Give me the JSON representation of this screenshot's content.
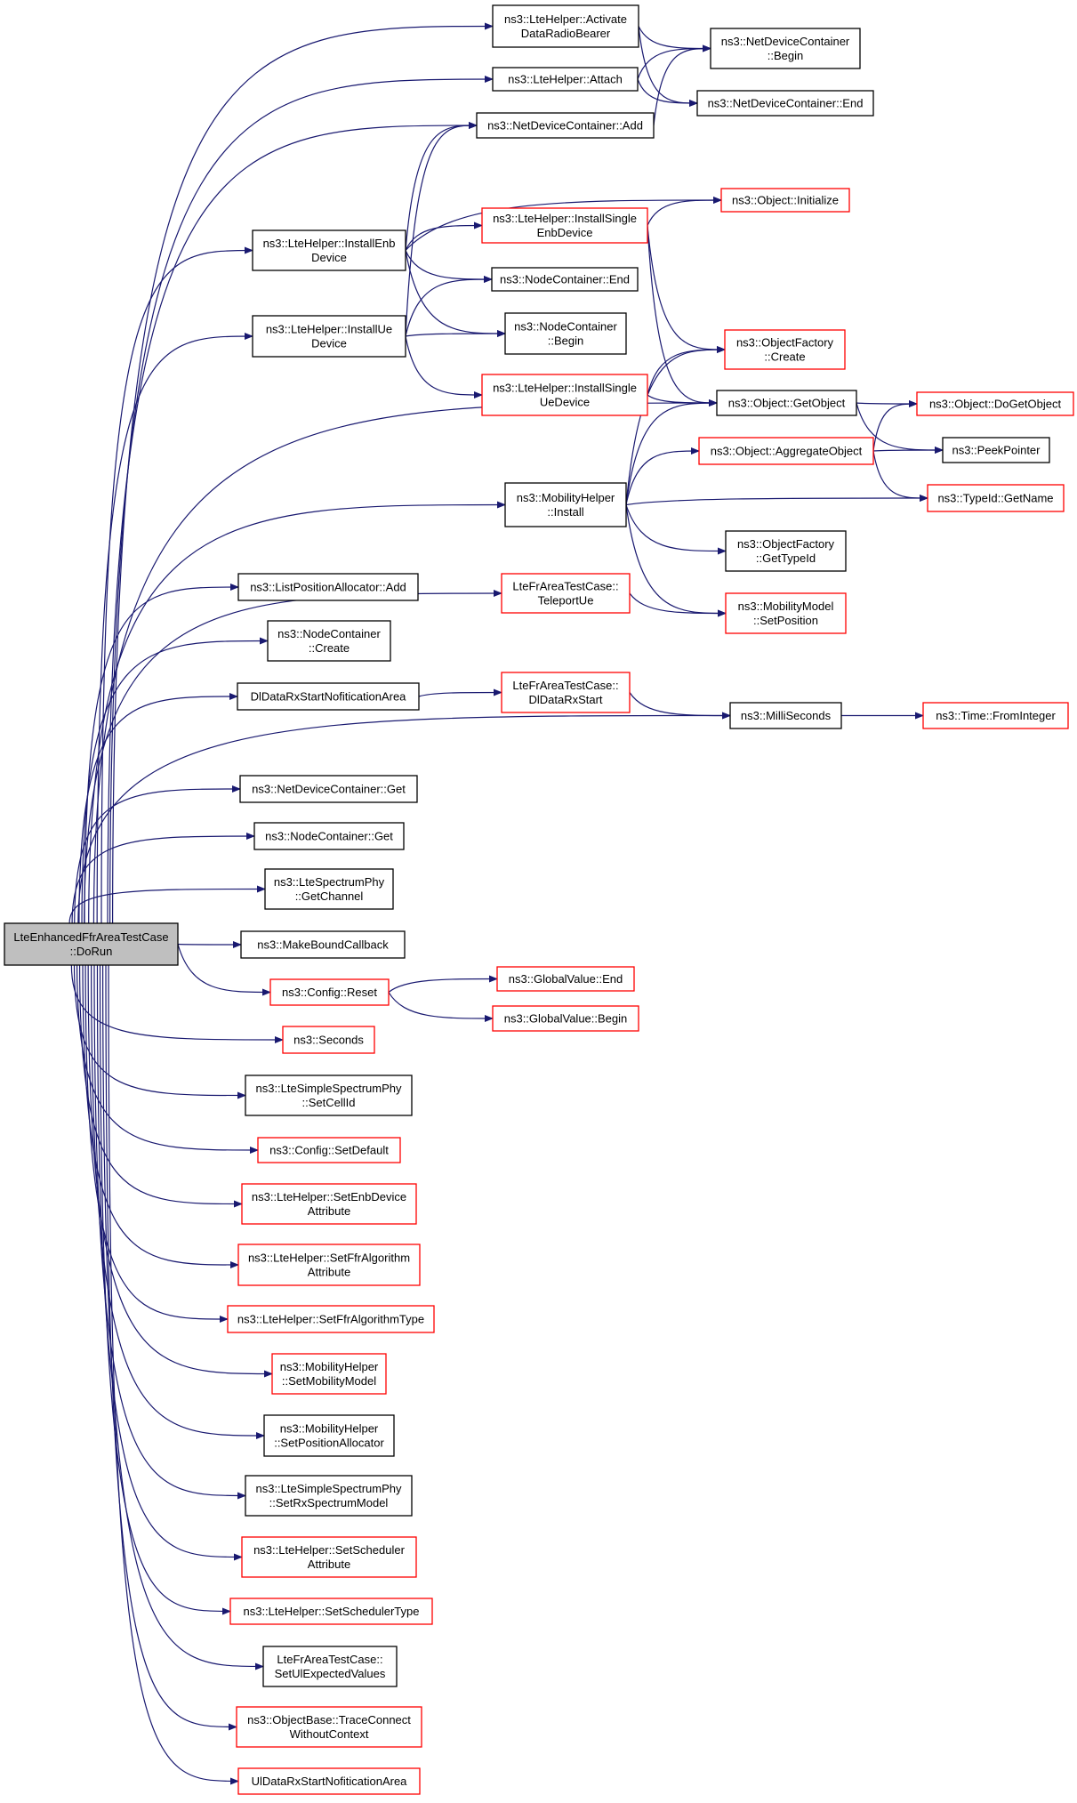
{
  "colors": {
    "edge": "#191970",
    "border_black": "#000000",
    "border_red": "#ff0000",
    "root_fill": "#bfbfbf",
    "background": "#ffffff"
  },
  "nodes": [
    {
      "id": "root",
      "lines": [
        "LteEnhancedFfrAreaTestCase",
        "::DoRun"
      ],
      "border": "black",
      "root": true
    },
    {
      "id": "activate",
      "lines": [
        "ns3::LteHelper::Activate",
        "DataRadioBearer"
      ],
      "border": "black"
    },
    {
      "id": "attach",
      "lines": [
        "ns3::LteHelper::Attach"
      ],
      "border": "black"
    },
    {
      "id": "ndc_add",
      "lines": [
        "ns3::NetDeviceContainer::Add"
      ],
      "border": "black"
    },
    {
      "id": "ndc_begin",
      "lines": [
        "ns3::NetDeviceContainer",
        "::Begin"
      ],
      "border": "black"
    },
    {
      "id": "ndc_end",
      "lines": [
        "ns3::NetDeviceContainer::End"
      ],
      "border": "black"
    },
    {
      "id": "install_enb",
      "lines": [
        "ns3::LteHelper::InstallEnb",
        "Device"
      ],
      "border": "black"
    },
    {
      "id": "install_ue",
      "lines": [
        "ns3::LteHelper::InstallUe",
        "Device"
      ],
      "border": "black"
    },
    {
      "id": "obj_init",
      "lines": [
        "ns3::Object::Initialize"
      ],
      "border": "red"
    },
    {
      "id": "install_single_enb",
      "lines": [
        "ns3::LteHelper::InstallSingle",
        "EnbDevice"
      ],
      "border": "red"
    },
    {
      "id": "nc_end",
      "lines": [
        "ns3::NodeContainer::End"
      ],
      "border": "black"
    },
    {
      "id": "nc_begin",
      "lines": [
        "ns3::NodeContainer",
        "::Begin"
      ],
      "border": "black"
    },
    {
      "id": "of_create",
      "lines": [
        "ns3::ObjectFactory",
        "::Create"
      ],
      "border": "red"
    },
    {
      "id": "install_single_ue",
      "lines": [
        "ns3::LteHelper::InstallSingle",
        "UeDevice"
      ],
      "border": "red"
    },
    {
      "id": "obj_getobject",
      "lines": [
        "ns3::Object::GetObject"
      ],
      "border": "black"
    },
    {
      "id": "obj_dogetobject",
      "lines": [
        "ns3::Object::DoGetObject"
      ],
      "border": "red"
    },
    {
      "id": "obj_aggregate",
      "lines": [
        "ns3::Object::AggregateObject"
      ],
      "border": "red"
    },
    {
      "id": "peekpointer",
      "lines": [
        "ns3::PeekPointer"
      ],
      "border": "black"
    },
    {
      "id": "mob_install",
      "lines": [
        "ns3::MobilityHelper",
        "::Install"
      ],
      "border": "black"
    },
    {
      "id": "typeid_getname",
      "lines": [
        "ns3::TypeId::GetName"
      ],
      "border": "red"
    },
    {
      "id": "of_gettypeid",
      "lines": [
        "ns3::ObjectFactory",
        "::GetTypeId"
      ],
      "border": "black"
    },
    {
      "id": "teleport",
      "lines": [
        "LteFrAreaTestCase::",
        "TeleportUe"
      ],
      "border": "red"
    },
    {
      "id": "mm_setpos",
      "lines": [
        "ns3::MobilityModel",
        "::SetPosition"
      ],
      "border": "red"
    },
    {
      "id": "lpa_add",
      "lines": [
        "ns3::ListPositionAllocator::Add"
      ],
      "border": "black"
    },
    {
      "id": "nc_create",
      "lines": [
        "ns3::NodeContainer",
        "::Create"
      ],
      "border": "black"
    },
    {
      "id": "dl_notif",
      "lines": [
        "DlDataRxStartNofiticationArea"
      ],
      "border": "black"
    },
    {
      "id": "dl_rxstart",
      "lines": [
        "LteFrAreaTestCase::",
        "DlDataRxStart"
      ],
      "border": "red"
    },
    {
      "id": "milliseconds",
      "lines": [
        "ns3::MilliSeconds"
      ],
      "border": "black"
    },
    {
      "id": "time_fromint",
      "lines": [
        "ns3::Time::FromInteger"
      ],
      "border": "red"
    },
    {
      "id": "ndc_get",
      "lines": [
        "ns3::NetDeviceContainer::Get"
      ],
      "border": "black"
    },
    {
      "id": "nc_get",
      "lines": [
        "ns3::NodeContainer::Get"
      ],
      "border": "black"
    },
    {
      "id": "lsp_getchannel",
      "lines": [
        "ns3::LteSpectrumPhy",
        "::GetChannel"
      ],
      "border": "black"
    },
    {
      "id": "makebound",
      "lines": [
        "ns3::MakeBoundCallback"
      ],
      "border": "black"
    },
    {
      "id": "config_reset",
      "lines": [
        "ns3::Config::Reset"
      ],
      "border": "red"
    },
    {
      "id": "gv_end",
      "lines": [
        "ns3::GlobalValue::End"
      ],
      "border": "red"
    },
    {
      "id": "gv_begin",
      "lines": [
        "ns3::GlobalValue::Begin"
      ],
      "border": "red"
    },
    {
      "id": "seconds",
      "lines": [
        "ns3::Seconds"
      ],
      "border": "red"
    },
    {
      "id": "lssp_setcellid",
      "lines": [
        "ns3::LteSimpleSpectrumPhy",
        "::SetCellId"
      ],
      "border": "black"
    },
    {
      "id": "config_setdefault",
      "lines": [
        "ns3::Config::SetDefault"
      ],
      "border": "red"
    },
    {
      "id": "set_enb_attr",
      "lines": [
        "ns3::LteHelper::SetEnbDevice",
        "Attribute"
      ],
      "border": "red"
    },
    {
      "id": "set_ffr_attr",
      "lines": [
        "ns3::LteHelper::SetFfrAlgorithm",
        "Attribute"
      ],
      "border": "red"
    },
    {
      "id": "set_ffr_type",
      "lines": [
        "ns3::LteHelper::SetFfrAlgorithmType"
      ],
      "border": "red"
    },
    {
      "id": "set_mob_model",
      "lines": [
        "ns3::MobilityHelper",
        "::SetMobilityModel"
      ],
      "border": "red"
    },
    {
      "id": "set_pos_alloc",
      "lines": [
        "ns3::MobilityHelper",
        "::SetPositionAllocator"
      ],
      "border": "black"
    },
    {
      "id": "lssp_setrx",
      "lines": [
        "ns3::LteSimpleSpectrumPhy",
        "::SetRxSpectrumModel"
      ],
      "border": "black"
    },
    {
      "id": "set_sched_attr",
      "lines": [
        "ns3::LteHelper::SetScheduler",
        "Attribute"
      ],
      "border": "red"
    },
    {
      "id": "set_sched_type",
      "lines": [
        "ns3::LteHelper::SetSchedulerType"
      ],
      "border": "red"
    },
    {
      "id": "set_ul_expected",
      "lines": [
        "LteFrAreaTestCase::",
        "SetUlExpectedValues"
      ],
      "border": "black"
    },
    {
      "id": "trace_connect",
      "lines": [
        "ns3::ObjectBase::TraceConnect",
        "WithoutContext"
      ],
      "border": "red"
    },
    {
      "id": "ul_notif",
      "lines": [
        "UlDataRxStartNofiticationArea"
      ],
      "border": "red"
    }
  ],
  "edges": [
    [
      "root",
      "activate"
    ],
    [
      "root",
      "attach"
    ],
    [
      "root",
      "ndc_add"
    ],
    [
      "root",
      "install_enb"
    ],
    [
      "root",
      "install_ue"
    ],
    [
      "root",
      "obj_getobject"
    ],
    [
      "root",
      "mob_install"
    ],
    [
      "root",
      "teleport"
    ],
    [
      "root",
      "lpa_add"
    ],
    [
      "root",
      "nc_create"
    ],
    [
      "root",
      "dl_notif"
    ],
    [
      "root",
      "milliseconds"
    ],
    [
      "root",
      "ndc_get"
    ],
    [
      "root",
      "nc_get"
    ],
    [
      "root",
      "lsp_getchannel"
    ],
    [
      "root",
      "makebound"
    ],
    [
      "root",
      "config_reset"
    ],
    [
      "root",
      "seconds"
    ],
    [
      "root",
      "lssp_setcellid"
    ],
    [
      "root",
      "config_setdefault"
    ],
    [
      "root",
      "set_enb_attr"
    ],
    [
      "root",
      "set_ffr_attr"
    ],
    [
      "root",
      "set_ffr_type"
    ],
    [
      "root",
      "set_mob_model"
    ],
    [
      "root",
      "set_pos_alloc"
    ],
    [
      "root",
      "lssp_setrx"
    ],
    [
      "root",
      "set_sched_attr"
    ],
    [
      "root",
      "set_sched_type"
    ],
    [
      "root",
      "set_ul_expected"
    ],
    [
      "root",
      "trace_connect"
    ],
    [
      "root",
      "ul_notif"
    ],
    [
      "activate",
      "ndc_begin"
    ],
    [
      "activate",
      "ndc_end"
    ],
    [
      "attach",
      "ndc_begin"
    ],
    [
      "attach",
      "ndc_end"
    ],
    [
      "ndc_add",
      "ndc_begin"
    ],
    [
      "install_enb",
      "ndc_add"
    ],
    [
      "install_enb",
      "obj_init"
    ],
    [
      "install_enb",
      "install_single_enb"
    ],
    [
      "install_enb",
      "nc_end"
    ],
    [
      "install_enb",
      "nc_begin"
    ],
    [
      "install_ue",
      "ndc_add"
    ],
    [
      "install_ue",
      "nc_end"
    ],
    [
      "install_ue",
      "nc_begin"
    ],
    [
      "install_ue",
      "install_single_ue"
    ],
    [
      "install_single_enb",
      "obj_init"
    ],
    [
      "install_single_enb",
      "of_create"
    ],
    [
      "install_single_enb",
      "obj_getobject"
    ],
    [
      "install_single_ue",
      "of_create"
    ],
    [
      "install_single_ue",
      "obj_getobject"
    ],
    [
      "obj_getobject",
      "obj_dogetobject"
    ],
    [
      "obj_getobject",
      "peekpointer"
    ],
    [
      "obj_aggregate",
      "obj_dogetobject"
    ],
    [
      "obj_aggregate",
      "peekpointer"
    ],
    [
      "obj_aggregate",
      "typeid_getname"
    ],
    [
      "mob_install",
      "of_create"
    ],
    [
      "mob_install",
      "obj_getobject"
    ],
    [
      "mob_install",
      "obj_aggregate"
    ],
    [
      "mob_install",
      "typeid_getname"
    ],
    [
      "mob_install",
      "of_gettypeid"
    ],
    [
      "mob_install",
      "mm_setpos"
    ],
    [
      "teleport",
      "mm_setpos"
    ],
    [
      "dl_notif",
      "dl_rxstart"
    ],
    [
      "dl_rxstart",
      "milliseconds"
    ],
    [
      "milliseconds",
      "time_fromint"
    ],
    [
      "config_reset",
      "gv_end"
    ],
    [
      "config_reset",
      "gv_begin"
    ]
  ]
}
